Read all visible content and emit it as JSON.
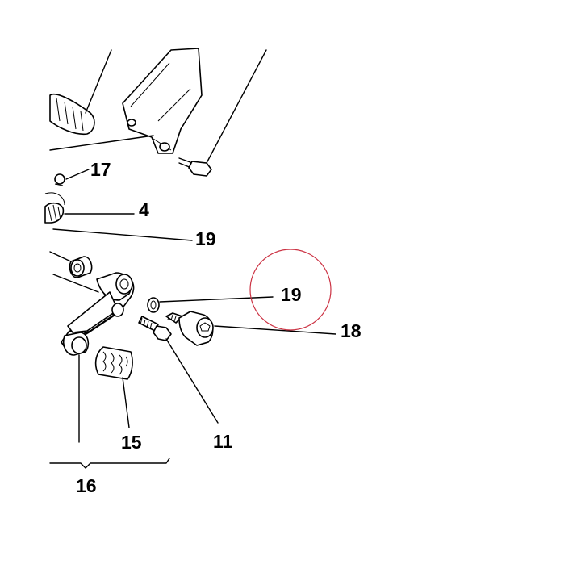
{
  "labels": {
    "p17": "17",
    "p4": "4",
    "p19a": "19",
    "p19b": "19",
    "p18": "18",
    "p11": "11",
    "p15": "15",
    "p16": "16"
  },
  "colors": {
    "ink": "#000000",
    "highlight_circle": "#cc3344",
    "background": "#ffffff"
  }
}
